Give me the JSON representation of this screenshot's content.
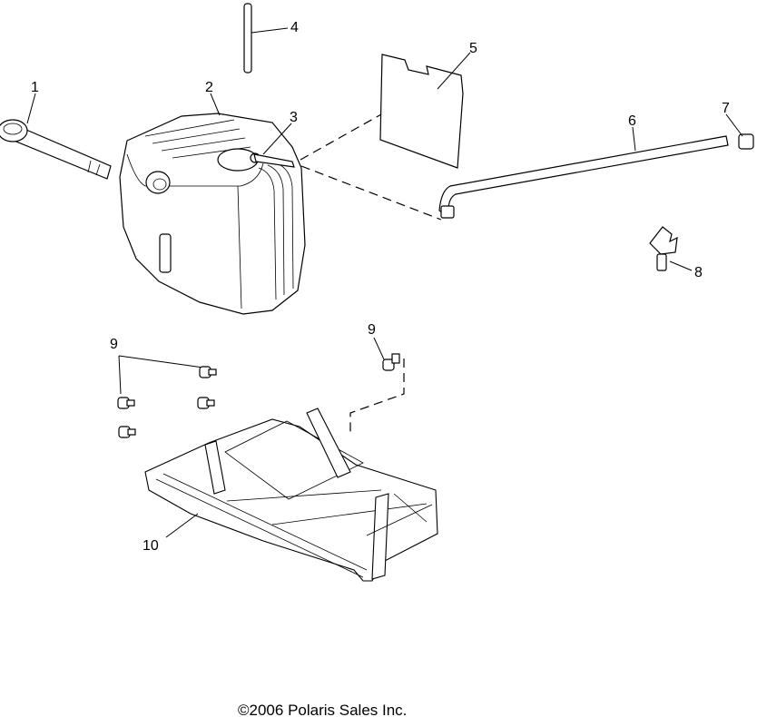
{
  "diagram": {
    "callouts": {
      "p1": "1",
      "p2": "2",
      "p3": "3",
      "p4": "4",
      "p5": "5",
      "p6": "6",
      "p7": "7",
      "p8": "8",
      "p9a": "9",
      "p9b": "9",
      "p10": "10"
    },
    "copyright": "©2006 Polaris Sales Inc."
  },
  "colors": {
    "line": "#000000",
    "background": "#ffffff"
  }
}
